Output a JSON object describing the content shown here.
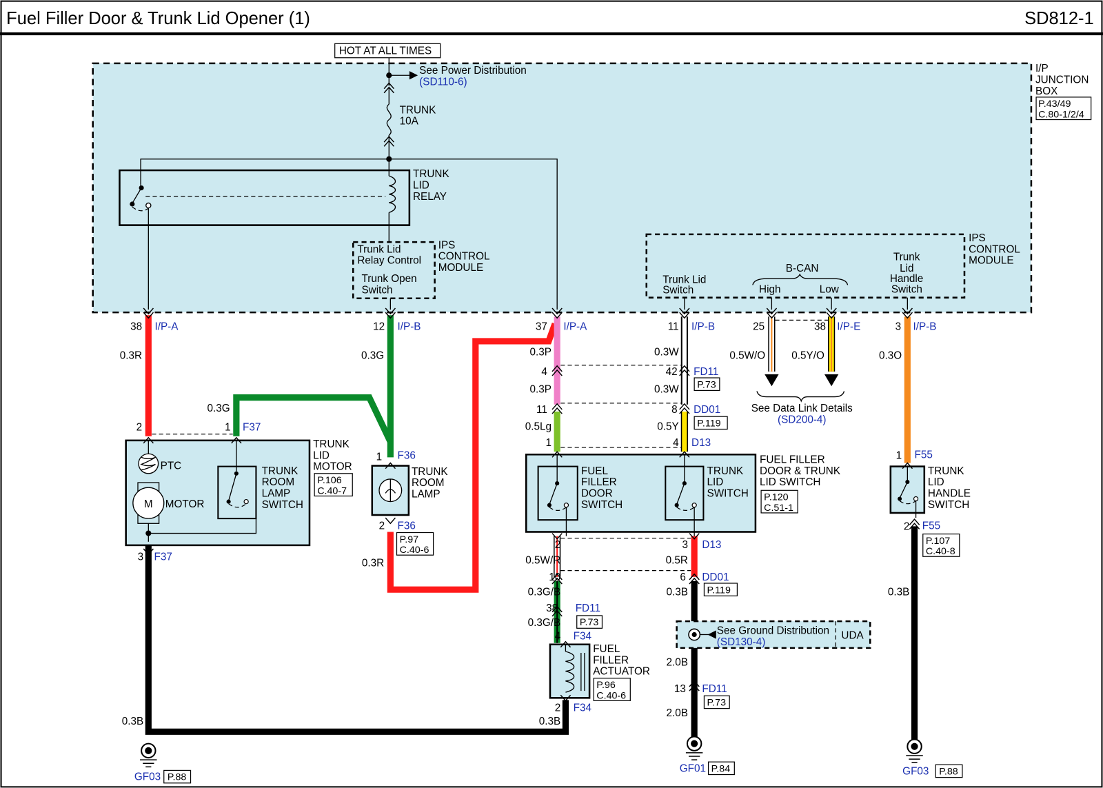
{
  "header": {
    "title": "Fuel Filler Door & Trunk Lid Opener (1)",
    "code": "SD812-1"
  },
  "labels": {
    "hot": "HOT AT ALL TIMES",
    "power_dist": "See Power Distribution",
    "power_dist_ref": "(SD110-6)",
    "fuse_name": "TRUNK",
    "fuse_rating": "10A",
    "jb1": "I/P",
    "jb2": "JUNCTION",
    "jb3": "BOX",
    "jb_ref1": "P.43/49",
    "jb_ref2": "C.80-1/2/4",
    "relay1": "TRUNK",
    "relay2": "LID",
    "relay3": "RELAY",
    "ips1_1": "IPS",
    "ips1_2": "CONTROL",
    "ips1_3": "MODULE",
    "ips1_in1": "Trunk Lid",
    "ips1_in2": "Relay Control",
    "ips1_in3": "Trunk Open",
    "ips1_in4": "Switch",
    "ips2_1": "IPS",
    "ips2_2": "CONTROL",
    "ips2_3": "MODULE",
    "tls1": "Trunk Lid",
    "tls2": "Switch",
    "bcan": "B-CAN",
    "high": "High",
    "low": "Low",
    "tlh1": "Trunk",
    "tlh2": "Lid",
    "tlh3": "Handle",
    "tlh4": "Switch",
    "data_link": "See Data Link Details",
    "data_link_ref": "(SD200-4)",
    "motor1": "TRUNK",
    "motor2": "LID",
    "motor3": "MOTOR",
    "motor_ref1": "P.106",
    "motor_ref2": "C.40-7",
    "ptc": "PTC",
    "m": "M",
    "motor_label": "MOTOR",
    "rls1": "TRUNK",
    "rls2": "ROOM",
    "rls3": "LAMP",
    "rls4": "SWITCH",
    "lamp1": "TRUNK",
    "lamp2": "ROOM",
    "lamp3": "LAMP",
    "lamp_ref1": "P.97",
    "lamp_ref2": "C.40-6",
    "ffs1": "FUEL FILLER",
    "ffs2": "DOOR & TRUNK",
    "ffs3": "LID SWITCH",
    "ffs_ref1": "P.120",
    "ffs_ref2": "C.51-1",
    "ffd1": "FUEL",
    "ffd2": "FILLER",
    "ffd3": "DOOR",
    "ffd4": "SWITCH",
    "tlsw1": "TRUNK",
    "tlsw2": "LID",
    "tlsw3": "SWITCH",
    "hsw1": "TRUNK",
    "hsw2": "LID",
    "hsw3": "HANDLE",
    "hsw4": "SWITCH",
    "hsw_ref1": "P.107",
    "hsw_ref2": "C.40-8",
    "act1": "FUEL",
    "act2": "FILLER",
    "act3": "ACTUATOR",
    "act_ref1": "P.96",
    "act_ref2": "C.40-6",
    "gnd_dist": "See Ground Distribution",
    "gnd_dist_ref": "(SD130-4)",
    "uda": "UDA",
    "gf03a": "GF03",
    "gf03a_ref": "P.88",
    "gf01": "GF01",
    "gf01_ref": "P.84",
    "gf03b": "GF03",
    "gf03b_ref": "P.88"
  },
  "pins": {
    "p38": "38",
    "p12": "12",
    "p37": "37",
    "p11": "11",
    "p25": "25",
    "p38e": "38",
    "p3": "3",
    "p2m": "2",
    "p1m": "1",
    "p3m": "3",
    "p1l": "1",
    "p2l": "2",
    "p4fd": "4",
    "p11dd": "11",
    "p1ff": "1",
    "p42": "42",
    "p8": "8",
    "p4d": "4",
    "p2ff": "2",
    "p10": "10",
    "p38fd": "38",
    "p4f34": "4",
    "p2f34": "2",
    "p3d13": "3",
    "p6": "6",
    "p13": "13",
    "p1f55": "1",
    "p2f55": "2"
  },
  "connectors": {
    "ipa1": "I/P-A",
    "ipb1": "I/P-B",
    "ipa2": "I/P-A",
    "ipb2": "I/P-B",
    "ipe": "I/P-E",
    "ipb3": "I/P-B",
    "f37a": "F37",
    "f37b": "F37",
    "f36a": "F36",
    "f36b": "F36",
    "fd11a": "FD11",
    "fd11a_ref": "P.73",
    "dd01a": "DD01",
    "dd01a_ref": "P.119",
    "d13a": "D13",
    "d13b": "D13",
    "dd01b": "DD01",
    "dd01b_ref": "P.119",
    "fd11b": "FD11",
    "fd11b_ref": "P.73",
    "f34a": "F34",
    "f34b": "F34",
    "fd11c": "FD11",
    "fd11c_ref": "P.73",
    "f55a": "F55",
    "f55b": "F55"
  },
  "wires": {
    "w1": "0.3R",
    "w2": "0.3G",
    "w3": "0.3G",
    "w4": "0.3R",
    "w5": "0.3B",
    "w6": "0.3P",
    "w7": "0.3P",
    "w8": "0.5Lg",
    "w9": "0.3W",
    "w10": "0.3W",
    "w11": "0.5Y",
    "w12": "0.5W/O",
    "w13": "0.5Y/O",
    "w14": "0.3O",
    "w15": "0.5W/R",
    "w16": "0.3G/B",
    "w17": "0.3G/B",
    "w18": "0.3B",
    "w19": "0.5R",
    "w20": "0.3B",
    "w21": "2.0B",
    "w22": "2.0B",
    "w23": "0.3B"
  },
  "colors": {
    "red": "#ff1a1a",
    "green": "#0a8a2a",
    "black": "#000000",
    "pink": "#f080c8",
    "lightgreen": "#7ec12a",
    "yellow": "#ffe600",
    "orange": "#f58a1f",
    "white": "#ffffff",
    "panel": "#cde9f0",
    "blue_text": "#1a2fb0"
  }
}
